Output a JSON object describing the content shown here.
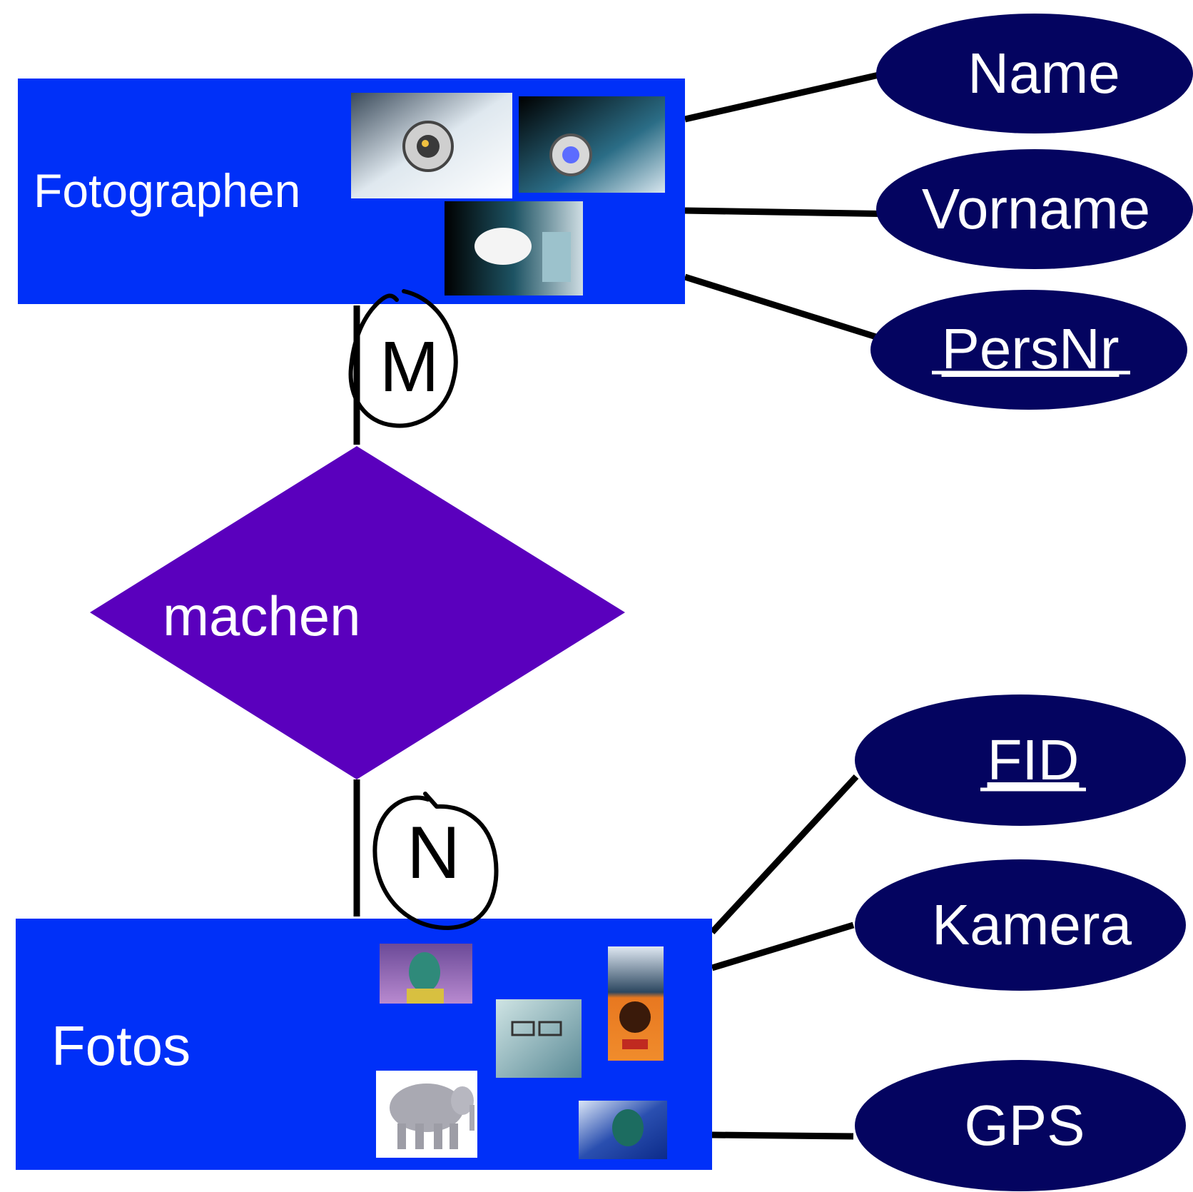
{
  "colors": {
    "entity": "#0030f8",
    "relationship": "#5a00bd",
    "attribute": "#040460",
    "line": "#000000",
    "text": "#ffffff"
  },
  "entities": {
    "photographers": {
      "label": "Fotographen"
    },
    "photos": {
      "label": "Fotos"
    }
  },
  "relationship": {
    "label": "machen"
  },
  "cardinalities": {
    "photographers_side": "M",
    "photos_side": "N"
  },
  "attributes": {
    "name": {
      "label": "Name",
      "key": false
    },
    "vorname": {
      "label": "Vorname",
      "key": false
    },
    "persnr": {
      "label": "PersNr",
      "key": true
    },
    "fid": {
      "label": "FID",
      "key": true
    },
    "kamera": {
      "label": "Kamera",
      "key": false
    },
    "gps": {
      "label": "GPS",
      "key": false
    }
  },
  "thumbnails": {
    "photographers": [
      "photographer-photo",
      "photographer-photo",
      "photographer-photo"
    ],
    "photos": [
      "portrait-photo",
      "portrait-photo",
      "poster-photo",
      "elephant-photo",
      "portrait-photo"
    ]
  }
}
